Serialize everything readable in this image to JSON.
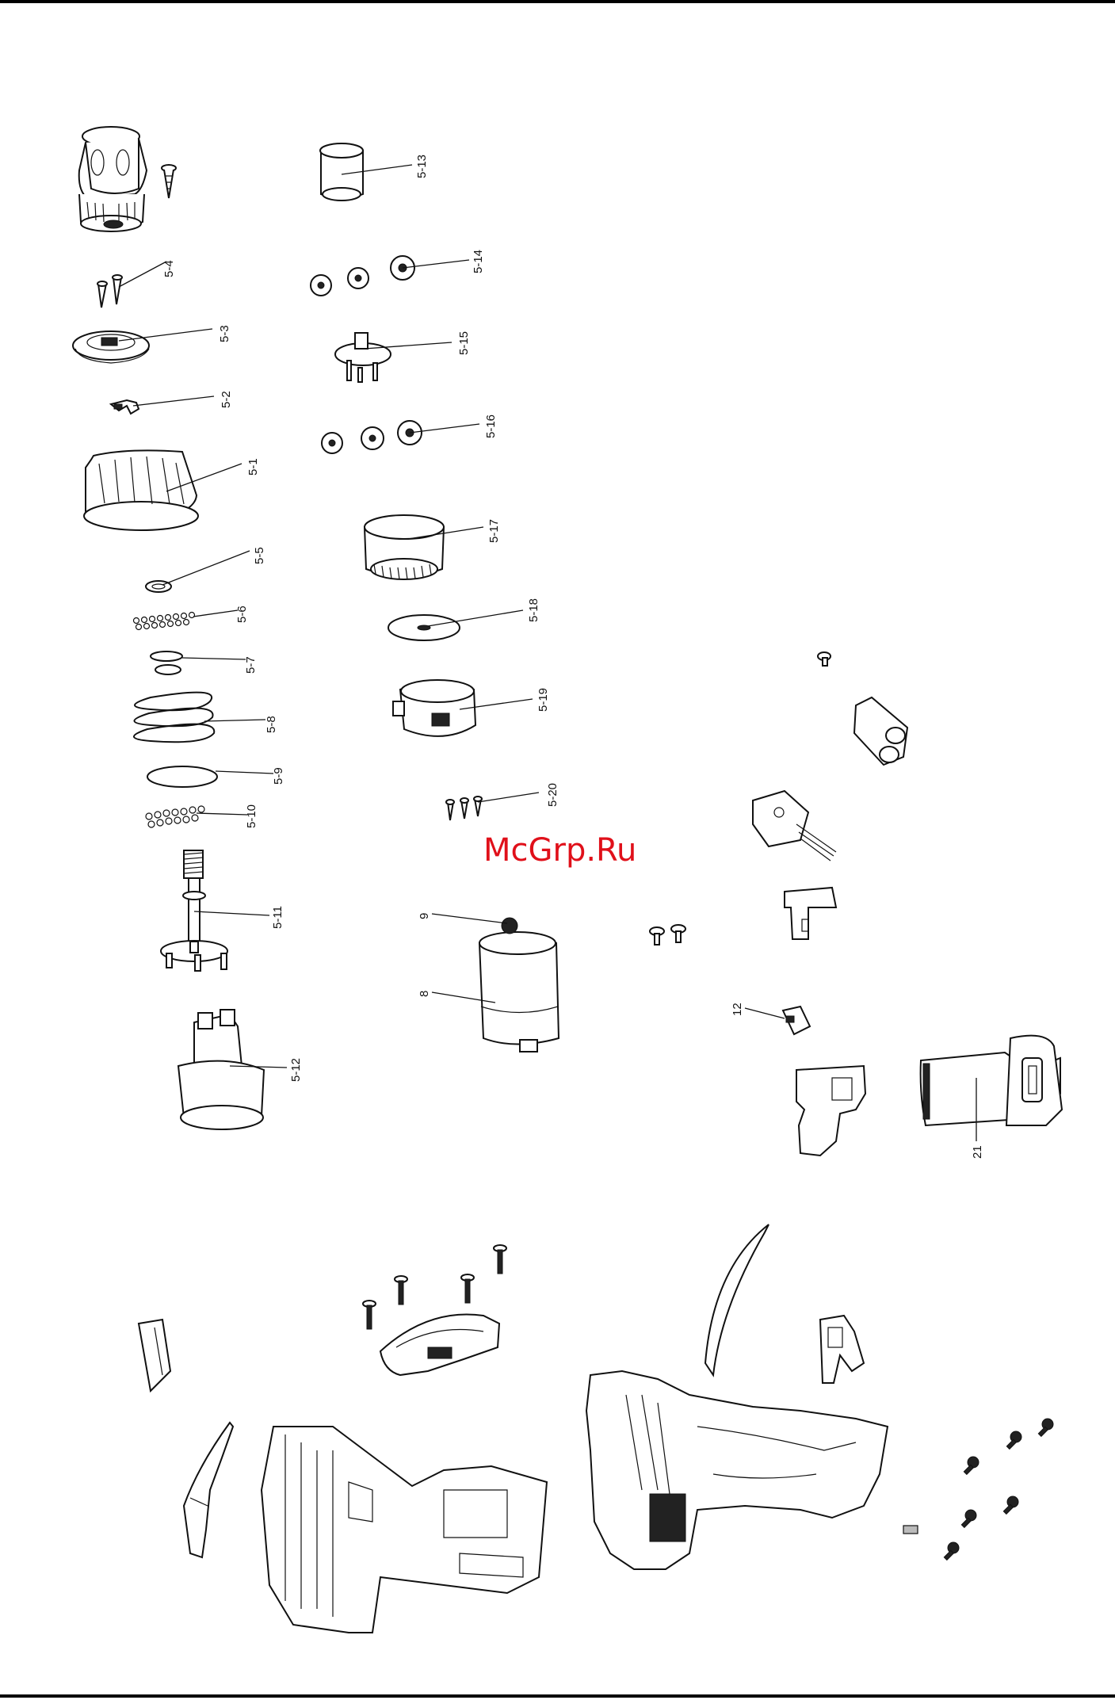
{
  "watermark": "McGrp.Ru",
  "callouts": [
    {
      "id": "c-5-13",
      "text": "5-13"
    },
    {
      "id": "c-5-14",
      "text": "5-14"
    },
    {
      "id": "c-5-4",
      "text": "5-4"
    },
    {
      "id": "c-5-3",
      "text": "5-3"
    },
    {
      "id": "c-5-15",
      "text": "5-15"
    },
    {
      "id": "c-5-2",
      "text": "5-2"
    },
    {
      "id": "c-5-16",
      "text": "5-16"
    },
    {
      "id": "c-5-1",
      "text": "5-1"
    },
    {
      "id": "c-5-17",
      "text": "5-17"
    },
    {
      "id": "c-5-5",
      "text": "5-5"
    },
    {
      "id": "c-5-6",
      "text": "5-6"
    },
    {
      "id": "c-5-18",
      "text": "5-18"
    },
    {
      "id": "c-5-7",
      "text": "5-7"
    },
    {
      "id": "c-5-19",
      "text": "5-19"
    },
    {
      "id": "c-5-8",
      "text": "5-8"
    },
    {
      "id": "c-5-9",
      "text": "5-9"
    },
    {
      "id": "c-5-20",
      "text": "5-20"
    },
    {
      "id": "c-5-10",
      "text": "5-10"
    },
    {
      "id": "c-5-11",
      "text": "5-11"
    },
    {
      "id": "c-9",
      "text": "9"
    },
    {
      "id": "c-8",
      "text": "8"
    },
    {
      "id": "c-12",
      "text": "12"
    },
    {
      "id": "c-5-12",
      "text": "5-12"
    },
    {
      "id": "c-21",
      "text": "21"
    }
  ]
}
